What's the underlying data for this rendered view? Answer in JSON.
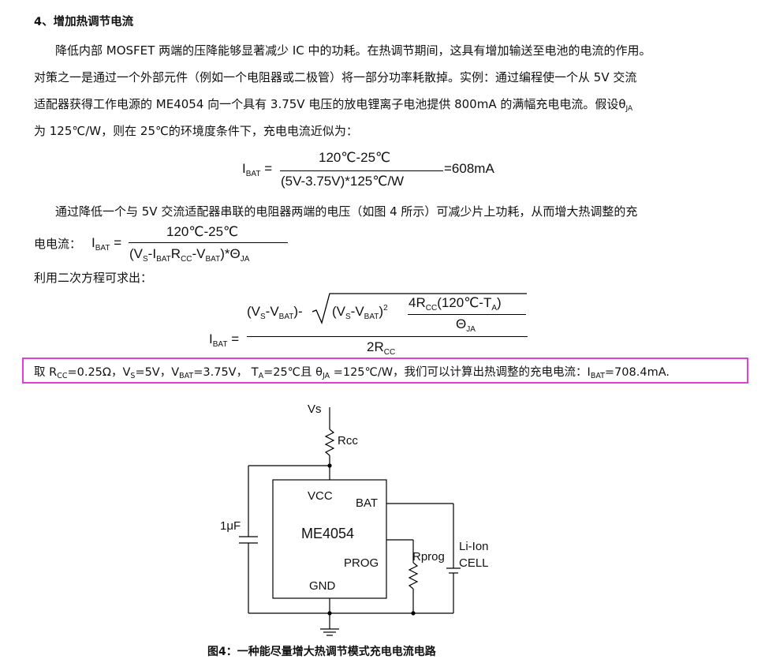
{
  "section": {
    "heading": "4、增加热调节电流"
  },
  "paragraph1": {
    "line1": "降低内部 MOSFET 两端的压降能够显著减少 IC 中的功耗。在热调节期间，这具有增加输送至电池的电流的作用。",
    "line2": "对策之一是通过一个外部元件（例如一个电阻器或二极管）将一部分功率耗散掉。实例：通过编程使一个从 5V 交流",
    "line3": "适配器获得工作电源的 ME4054 向一个具有 3.75V 电压的放电锂离子电池提供 800mA 的满幅充电电流。假设θ",
    "line3_sub": "JA",
    "line4": "为 125℃/W，则在 25℃的环境度条件下，充电电流近似为："
  },
  "equation1": {
    "lhs": "I",
    "lhs_sub": "BAT",
    "eq": "=",
    "numerator": "120℃-25℃",
    "denominator": "(5V-3.75V)*125℃/W",
    "result": "=608mA"
  },
  "paragraph2": {
    "line1": "通过降低一个与 5V 交流适配器串联的电阻器两端的电压（如图 4 所示）可减少片上功耗，从而增大热调整的充",
    "line2_prefix": "电电流：",
    "lhs": "I",
    "lhs_sub": "BAT",
    "eq": "=",
    "numerator": "120℃-25℃",
    "den_open": "(V",
    "den_s": "S",
    "den_mid1": "-I",
    "den_bat1": "BAT",
    "den_r": "R",
    "den_cc": "CC",
    "den_mid2": "-V",
    "den_bat2": "BAT",
    "den_close": ")*Θ",
    "den_ja": "JA"
  },
  "paragraph3": {
    "line": "利用二次方程可求出："
  },
  "equation3": {
    "lhs": "I",
    "lhs_sub": "BAT",
    "eq": "=",
    "n_open": "(V",
    "n_s": "S",
    "n_minus": "-V",
    "n_bat": "BAT",
    "n_close": ")-",
    "r_open": "(V",
    "r_s": "S",
    "r_minus": "-V",
    "r_bat": "BAT",
    "r_close": ")",
    "r_sup": "2",
    "f_num_a": "4R",
    "f_num_cc": "CC",
    "f_num_b": "(120℃-T",
    "f_num_a2": "A",
    "f_num_c": ")",
    "f_den": "Θ",
    "f_den_sub": "JA",
    "den": "2R",
    "den_sub": "CC"
  },
  "highlight": {
    "t1": "取 R",
    "s1": "CC",
    "t2": "=0.25Ω，V",
    "s2": "S",
    "t3": "=5V，V",
    "s3": "BAT",
    "t4": "=3.75V， T",
    "s4": "A",
    "t5": "=25℃且 θ",
    "s5": "JA",
    "t6": " =125℃/W，我们可以计算出热调整的充电电流：I",
    "s6": "BAT",
    "t7": "=708.4mA."
  },
  "circuit": {
    "vs": "Vs",
    "rcc": "Rcc",
    "vcc": "VCC",
    "bat": "BAT",
    "chip": "ME4054",
    "prog": "PROG",
    "gnd": "GND",
    "cap": "1μF",
    "rprog": "Rprog",
    "cell1": "Li-Ion",
    "cell2": "CELL"
  },
  "figure": {
    "caption": "图4：一种能尽量增大热调节模式充电电流电路"
  }
}
